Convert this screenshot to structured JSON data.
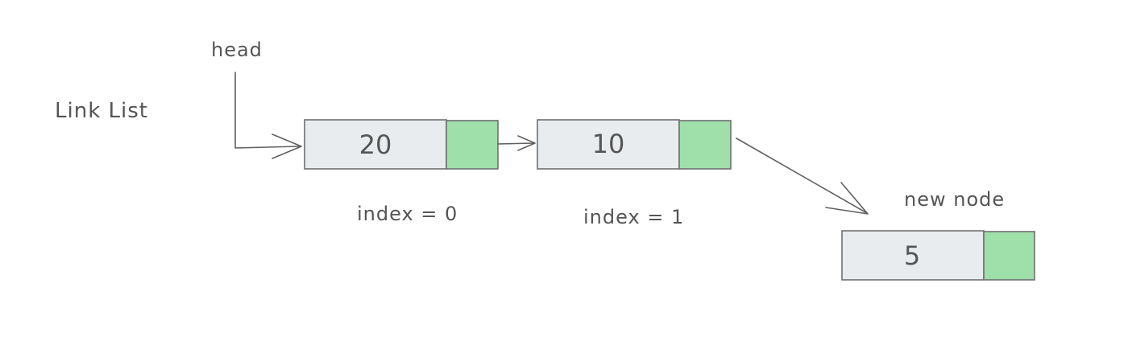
{
  "labels": {
    "title": "Link List",
    "head": "head",
    "new_node": "new node"
  },
  "nodes": [
    {
      "value": "20",
      "index_label": "index = 0"
    },
    {
      "value": "10",
      "index_label": "index = 1"
    }
  ],
  "new_node": {
    "value": "5"
  },
  "colors": {
    "data_fill": "#e9ecef",
    "pointer_fill": "#9fdfaa",
    "stroke": "#707070",
    "text": "#555555"
  }
}
